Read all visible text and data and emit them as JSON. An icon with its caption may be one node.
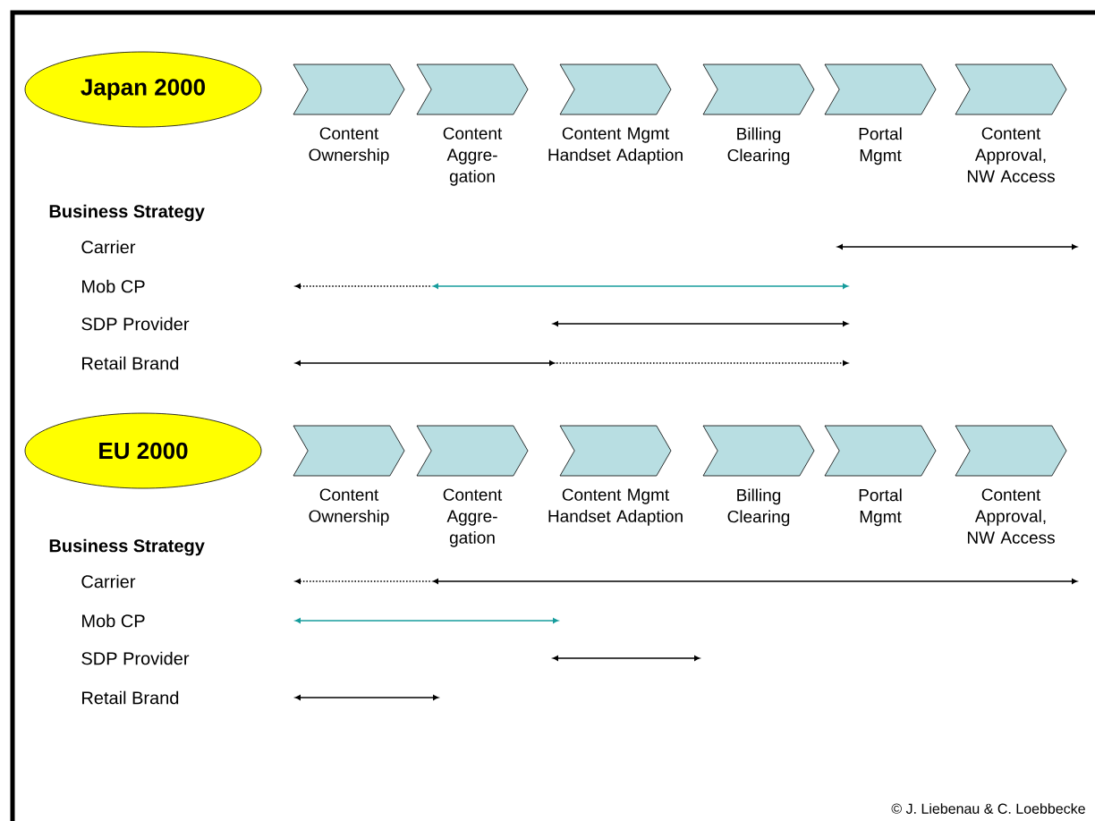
{
  "diagram": {
    "nodes": [
      {
        "text": [
          "Japan 2000"
        ]
      },
      {
        "text": [
          "Content Ownership"
        ]
      },
      {
        "text": [
          "Content Aggre- gation"
        ]
      },
      {
        "text": [
          "Content Mgmt Handset Adaption"
        ]
      },
      {
        "text": [
          "Billing Clearing"
        ]
      },
      {
        "text": [
          "Portal Mgmt"
        ]
      },
      {
        "text": [
          "Content Approval, NW Access"
        ]
      },
      {
        "text": [
          "EU 2000"
        ]
      },
      {
        "text": [
          "Content Ownership"
        ]
      },
      {
        "text": [
          "Content Aggre- gation"
        ]
      },
      {
        "text": [
          "Content Mgmt Handset Adaption"
        ]
      },
      {
        "text": [
          "Billing Clearing"
        ]
      },
      {
        "text": [
          "Portal Mgmt"
        ]
      },
      {
        "text": [
          "Content Approval, NW Access"
        ]
      }
    ],
    "labels": [
      "Business Strategy",
      "Carrier",
      "Mob CP",
      "SDP Provider",
      "Retail Brand",
      "Business Strategy",
      "Carrier",
      "Mob CP",
      "SDP Provider",
      "Retail Brand",
      "© J. Liebenau & C. Loebbecke"
    ]
  }
}
